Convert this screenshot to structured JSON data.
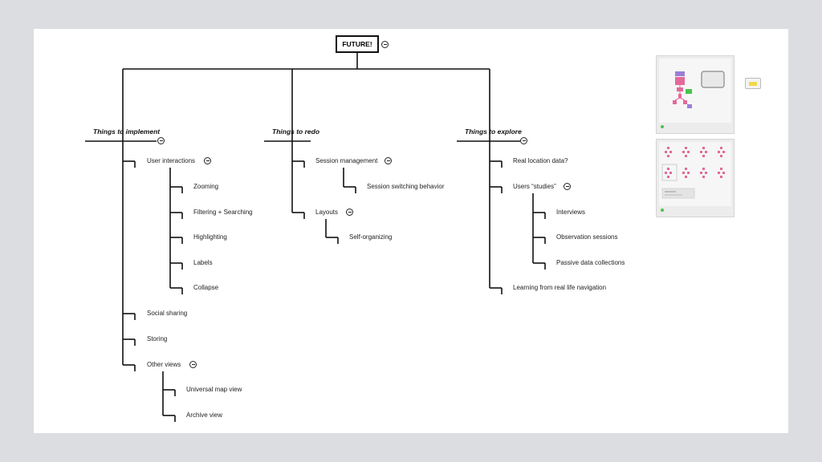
{
  "root": {
    "label": "FUTURE!"
  },
  "branches": {
    "implement": {
      "title": "Things to implement",
      "user_interactions": {
        "label": "User interactions",
        "children": [
          "Zooming",
          "Filtering + Searching",
          "Highlighting",
          "Labels",
          "Collapse"
        ]
      },
      "social_sharing": "Social sharing",
      "storing": "Storing",
      "other_views": {
        "label": "Other views",
        "children": [
          "Universal map view",
          "Archive view"
        ]
      }
    },
    "redo": {
      "title": "Things to redo",
      "session_management": {
        "label": "Session management",
        "children": [
          "Session switching behavior"
        ]
      },
      "layouts": {
        "label": "Layouts",
        "children": [
          "Self-organizing"
        ]
      }
    },
    "explore": {
      "title": "Things to explore",
      "real_location": "Real location data?",
      "users_studies": {
        "label": "Users “studies”",
        "children": [
          "Interviews",
          "Observation sessions",
          "Passive data collections"
        ]
      },
      "learning": "Learning from real life navigation"
    }
  },
  "icons": {
    "collapse": "minus-circle-icon",
    "thumbnail_status": "green-dot-icon",
    "side_button": "note-icon"
  },
  "colors": {
    "page_bg": "#dcdde0",
    "canvas_bg": "#ffffff",
    "line": "#111111",
    "thumb_pink": "#e26a9a",
    "thumb_purple": "#9b7fd6",
    "thumb_green": "#4cc24c",
    "note_yellow": "#f1d84a"
  }
}
